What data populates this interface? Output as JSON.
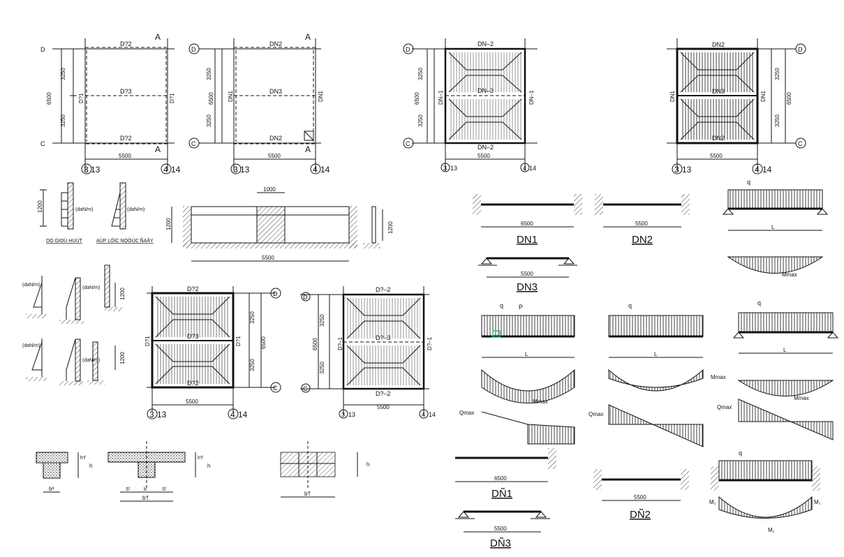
{
  "plans": {
    "p1": {
      "top": "D?2",
      "bottom": "D?2",
      "mid": "D?3",
      "left": "D?1",
      "right": "D?1",
      "axis_top": "D",
      "axis_bottom": "C",
      "col_left": "3",
      "col_left_b": "13",
      "col_right": "4",
      "col_right_b": "14",
      "dim_h": "5500",
      "dim_v": "6500",
      "dim_v1": "3250",
      "dim_v2": "3250",
      "sec": "A"
    },
    "p2": {
      "top": "DN2",
      "bottom": "DN2",
      "mid": "DN3",
      "left": "DN1",
      "right": "DN1",
      "axis_top": "D",
      "axis_bottom": "C",
      "col_left": "3",
      "col_left_b": "13",
      "col_right": "4",
      "col_right_b": "14",
      "dim_h": "5500",
      "dim_v": "6500",
      "dim_v1": "3250",
      "dim_v2": "3250",
      "sec": "A"
    },
    "p3": {
      "top": "DN–2",
      "bottom": "DN–2",
      "mid": "DN–3",
      "left": "DN–1",
      "right": "DN–1",
      "axis_top": "D",
      "axis_bottom": "C",
      "col_left": "3",
      "col_left_b": "13",
      "col_right": "4",
      "col_right_b": "14",
      "dim_h": "5500",
      "dim_v": "6500",
      "dim_v1": "3250",
      "dim_v2": "3250"
    },
    "p4": {
      "top": "DN2",
      "bottom": "DN2",
      "mid": "DN3",
      "left": "DN1",
      "right": "DN1",
      "axis_top": "D",
      "axis_bottom": "C",
      "col_left": "3",
      "col_left_b": "13",
      "col_right": "4",
      "col_right_b": "14",
      "dim_h": "5500",
      "dim_v": "6500",
      "dim_v1": "3250",
      "dim_v2": "3250"
    },
    "p5": {
      "top": "D?2",
      "bottom": "D?2",
      "mid": "D?3",
      "left": "D?1",
      "right": "D?1",
      "axis_top": "D",
      "axis_bottom": "C",
      "col_left": "3",
      "col_left_b": "13",
      "col_right": "4",
      "col_right_b": "14",
      "dim_h": "5500",
      "dim_v": "6500",
      "dim_v1": "3250",
      "dim_v2": "3250"
    },
    "p6": {
      "top": "D?–2",
      "bottom": "D?–2",
      "mid": "D?–3",
      "left": "D?–1",
      "right": "D?–1",
      "axis_top": "D",
      "axis_bottom": "C",
      "col_left": "3",
      "col_left_b": "13",
      "col_right": "4",
      "col_right_b": "14",
      "dim_h": "5500",
      "dim_v": "6500",
      "dim_v1": "3250",
      "dim_v2": "3250"
    }
  },
  "wall": {
    "h": "1200",
    "caption1": "DO GIOÙ HUÙT",
    "caption2": "AÙP LÖÏC NÖÔÙC ÑAÅY",
    "load1": "(daN/m)",
    "load2": "(daN/m)",
    "strip_w": "1000",
    "strip_h": "1200",
    "strip_l": "5500",
    "side_h": "1200"
  },
  "loads": {
    "r1": "(daN/m)",
    "r2": "(daN/m)",
    "r3": "(daN/m)",
    "r4": "(daN/m)"
  },
  "beams": {
    "dn1": {
      "label": "DN1",
      "dim": "6500"
    },
    "dn2": {
      "label": "DN2",
      "dim": "5500"
    },
    "dn3": {
      "label": "DN3",
      "dim": "5500"
    },
    "dn1b": {
      "label": "DÑ1",
      "dim": "6500"
    },
    "dn2b": {
      "label": "DÑ2",
      "dim": "5500"
    },
    "dn3b": {
      "label": "DÑ3",
      "dim": "5500"
    }
  },
  "diagrams": {
    "q": "q",
    "p": "P",
    "L": "L",
    "mmax": "Mmax",
    "qmax": "Qmax",
    "m1": "M₁"
  },
  "sections": {
    "bd": "bᵈ",
    "bf": "b'f",
    "sf": "Sᶠ",
    "b": "b",
    "h": "h",
    "hf": "h'f"
  }
}
